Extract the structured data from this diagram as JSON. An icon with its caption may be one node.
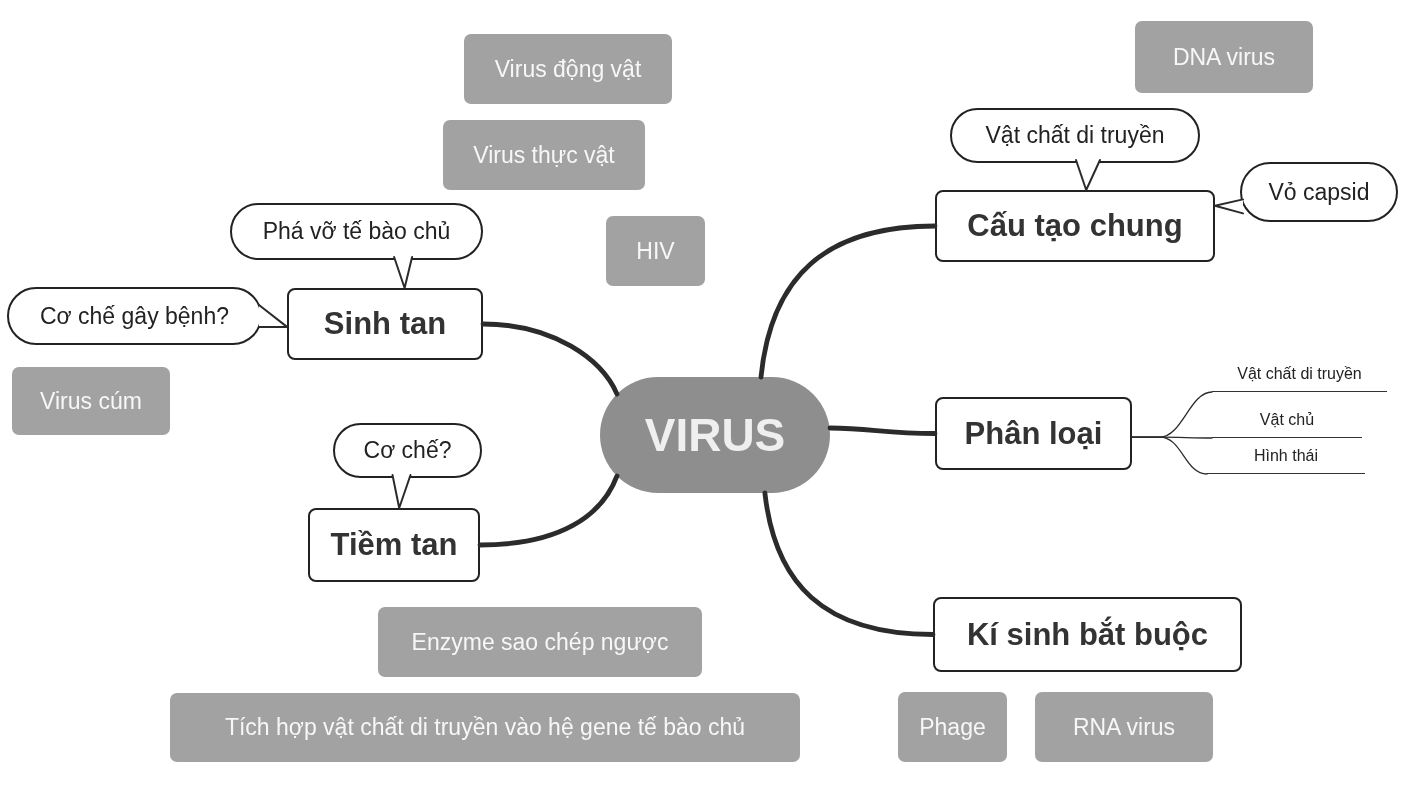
{
  "diagram": {
    "nodes": [
      {
        "text": [
          "VIRUS"
        ]
      },
      {
        "text": [
          "Cấu tạo chung"
        ]
      },
      {
        "text": [
          "Vật chất di truyền"
        ]
      },
      {
        "text": [
          "Vỏ capsid"
        ]
      },
      {
        "text": [
          "Phân loại"
        ]
      },
      {
        "text": [
          "Vật chất di truyền"
        ]
      },
      {
        "text": [
          "Vật chủ"
        ]
      },
      {
        "text": [
          "Hình thái"
        ]
      },
      {
        "text": [
          "Kí sinh bắt buộc"
        ]
      },
      {
        "text": [
          "Sinh tan"
        ]
      },
      {
        "text": [
          "Phá vỡ tế bào chủ"
        ]
      },
      {
        "text": [
          "Cơ chế gây bệnh?"
        ]
      },
      {
        "text": [
          "Tiềm tan"
        ]
      },
      {
        "text": [
          "Cơ chế?"
        ]
      },
      {
        "text": [
          "Virus động vật"
        ]
      },
      {
        "text": [
          "Virus thực vật"
        ]
      },
      {
        "text": [
          "HIV"
        ]
      },
      {
        "text": [
          "DNA virus"
        ]
      },
      {
        "text": [
          "Virus cúm"
        ]
      },
      {
        "text": [
          "Enzyme sao chép ngược"
        ]
      },
      {
        "text": [
          "Tích hợp vật chất di truyền vào hệ gene tế bào chủ"
        ]
      },
      {
        "text": [
          "Phage"
        ]
      },
      {
        "text": [
          "RNA virus"
        ]
      }
    ],
    "edges": [
      {
        "from": 0,
        "to": 9,
        "arrow": "none",
        "style": "thick"
      },
      {
        "from": 0,
        "to": 12,
        "arrow": "none",
        "style": "thick"
      },
      {
        "from": 0,
        "to": 1,
        "arrow": "none",
        "style": "thick"
      },
      {
        "from": 0,
        "to": 4,
        "arrow": "none",
        "style": "thick"
      },
      {
        "from": 0,
        "to": 8,
        "arrow": "none",
        "style": "thick"
      },
      {
        "from": 4,
        "to": 5,
        "arrow": "none"
      },
      {
        "from": 4,
        "to": 6,
        "arrow": "none"
      },
      {
        "from": 4,
        "to": 7,
        "arrow": "none"
      },
      {
        "from": 2,
        "to": 1,
        "arrow": "to"
      },
      {
        "from": 3,
        "to": 1,
        "arrow": "to"
      },
      {
        "from": 10,
        "to": 9,
        "arrow": "to"
      },
      {
        "from": 11,
        "to": 9,
        "arrow": "to"
      },
      {
        "from": 13,
        "to": 12,
        "arrow": "to"
      }
    ]
  }
}
